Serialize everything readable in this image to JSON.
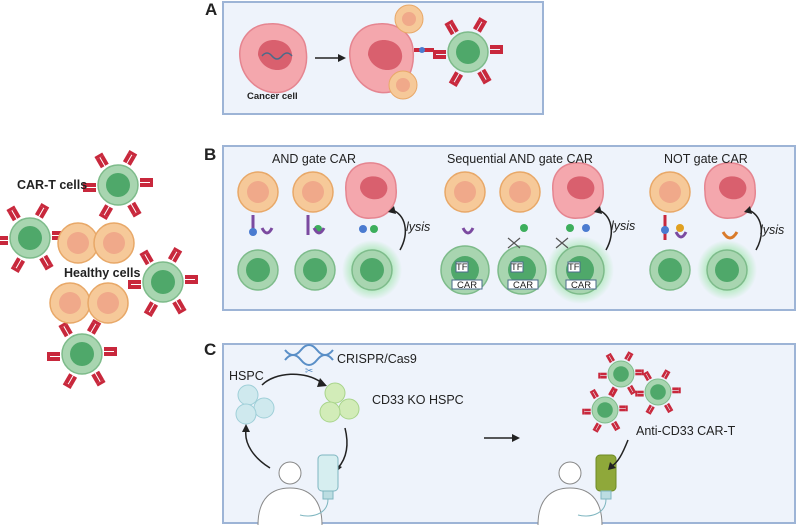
{
  "panels": {
    "a": {
      "letter": "A",
      "cancer_cell_label": "Cancer cell"
    },
    "b": {
      "letter": "B",
      "and_gate_title": "AND gate CAR",
      "seq_and_gate_title": "Sequential AND gate CAR",
      "not_gate_title": "NOT gate CAR",
      "lysis_label": "lysis",
      "tf_label": "TF",
      "car_label": "CAR"
    },
    "c": {
      "letter": "C",
      "crispr_label": "CRISPR/Cas9",
      "hspc_label": "HSPC",
      "cd33_ko_label": "CD33 KO HSPC",
      "anti_cd33_label": "Anti-CD33 CAR-T"
    }
  },
  "left": {
    "car_t_label": "CAR-T cells",
    "healthy_label": "Healthy cells"
  },
  "colors": {
    "panel_bg": "#eef3fb",
    "panel_border": "#9db4d6",
    "car_t_cell": "#a8d5b0",
    "car_t_nucleus": "#4fa86a",
    "healthy_cell": "#f6c999",
    "healthy_nucleus": "#f0a98a",
    "cancer_cell": "#f4a7ad",
    "cancer_nucleus": "#d9606e",
    "receptor": "#c8283c",
    "glow": "#7ee08a"
  }
}
